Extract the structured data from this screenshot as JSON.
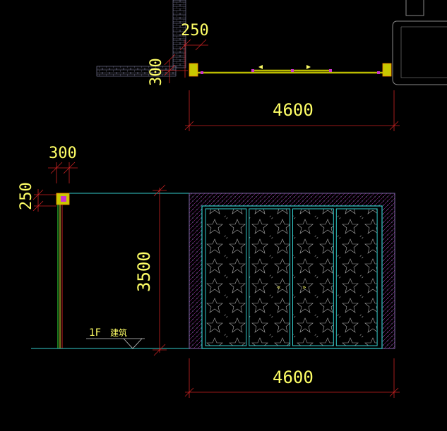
{
  "drawing": {
    "plan": {
      "dim_width": "4600",
      "dim_top_offset": "250",
      "dim_side_offset": "300"
    },
    "section": {
      "dim_top_width": "300",
      "dim_top_height": "250",
      "dim_height": "3500",
      "level_label": "1F",
      "level_note": "建筑"
    },
    "elevation": {
      "dim_width": "4600",
      "panel_count": 4
    }
  },
  "colors": {
    "background": "#000000",
    "dimension": "#cc2222",
    "text": "#ffff66",
    "glass": "#33cccc",
    "frame_fill": "#c8c800",
    "wall_hatch": "#7777aa",
    "wall_magenta": "#cc33cc",
    "pattern": "#aaaaaa",
    "door_bar": "#bbbb00"
  }
}
